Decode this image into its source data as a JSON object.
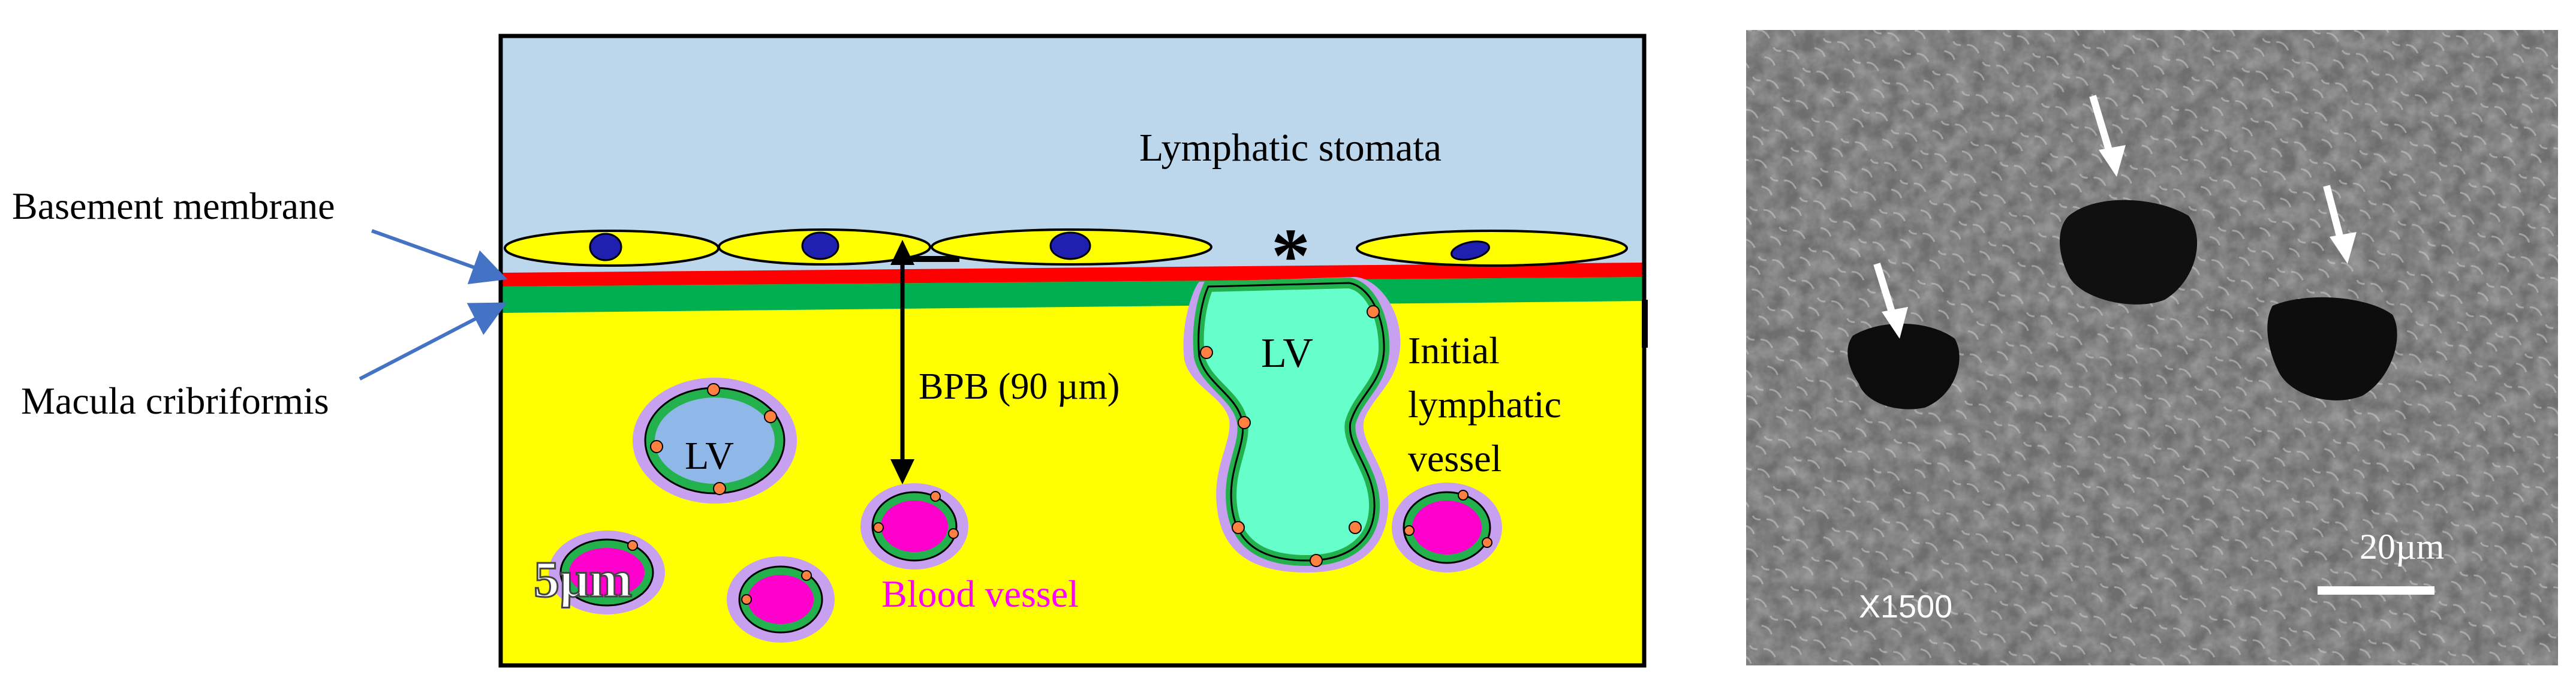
{
  "diagram": {
    "labels": {
      "basement_membrane": "Basement membrane",
      "macula_cribriformis": "Macula cribriformis",
      "lymphatic_stomata": "Lymphatic stomata",
      "asterisk": "*",
      "bpb": "BPB (90 µm)",
      "lv_round": "LV",
      "lv_initial": "LV",
      "initial_lymphatic_line1": "Initial",
      "initial_lymphatic_line2": "lymphatic",
      "initial_lymphatic_line3": "vessel",
      "blood_vessel": "Blood vessel",
      "scale_5um": "5µm"
    },
    "colors": {
      "cavity": "#bcd6ec",
      "tissue": "#ffff00",
      "membrane_red": "#ff0000",
      "macula_green": "#00b050",
      "mesothelial_cell": "#ffff00",
      "nucleus": "#1f1fb0",
      "vessel_halo": "#c8a0f0",
      "lv_fill_round": "#8fb8e8",
      "lv_fill_initial": "#66ffcc",
      "blood_fill": "#ff00cc",
      "endothelium": "#22b14c",
      "pericyte_dot": "#ff8040",
      "arrow_blue": "#4472c4",
      "blood_label": "#ff00ff"
    }
  },
  "micrograph": {
    "magnification": "X1500",
    "scale_bar_label": "20µm",
    "arrow_count": 3
  }
}
